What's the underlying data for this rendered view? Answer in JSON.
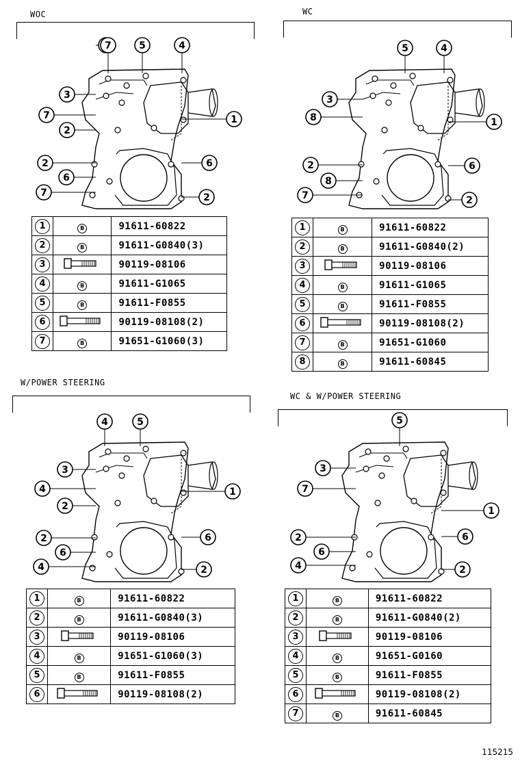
{
  "figure_number": "115215",
  "quadrants": [
    {
      "id": "woc",
      "label": "WOC",
      "callouts_left": [
        "7",
        "3",
        "7",
        "2",
        "2",
        "6",
        "7"
      ],
      "callouts_top": [
        "7",
        "5",
        "4"
      ],
      "callouts_right": [
        "1",
        "6",
        "2"
      ],
      "parts": [
        {
          "num": "1",
          "icon": "nut",
          "part": "91611-60822"
        },
        {
          "num": "2",
          "icon": "nut",
          "part": "91611-G0840(3)"
        },
        {
          "num": "3",
          "icon": "bolt-short",
          "part": "90119-08106"
        },
        {
          "num": "4",
          "icon": "nut",
          "part": "91611-G1065"
        },
        {
          "num": "5",
          "icon": "nut",
          "part": "91611-F0855"
        },
        {
          "num": "6",
          "icon": "bolt-long",
          "part": "90119-08108(2)"
        },
        {
          "num": "7",
          "icon": "nut",
          "part": "91651-G1060(3)"
        }
      ]
    },
    {
      "id": "wc",
      "label": "WC",
      "callouts_left": [
        "3",
        "8",
        "2",
        "8",
        "7"
      ],
      "callouts_top": [
        "5",
        "4"
      ],
      "callouts_right": [
        "1",
        "6",
        "2"
      ],
      "parts": [
        {
          "num": "1",
          "icon": "nut",
          "part": "91611-60822"
        },
        {
          "num": "2",
          "icon": "nut",
          "part": "91611-G0840(2)"
        },
        {
          "num": "3",
          "icon": "bolt-short",
          "part": "90119-08106"
        },
        {
          "num": "4",
          "icon": "nut",
          "part": "91611-G1065"
        },
        {
          "num": "5",
          "icon": "nut",
          "part": "91611-F0855"
        },
        {
          "num": "6",
          "icon": "bolt-long",
          "part": "90119-08108(2)"
        },
        {
          "num": "7",
          "icon": "nut",
          "part": "91651-G1060"
        },
        {
          "num": "8",
          "icon": "nut",
          "part": "91611-60845"
        }
      ]
    },
    {
      "id": "ps",
      "label": "W/POWER STEERING",
      "callouts_left": [
        "3",
        "4",
        "2",
        "2",
        "6",
        "4"
      ],
      "callouts_top": [
        "4",
        "5"
      ],
      "callouts_right": [
        "1",
        "6",
        "2"
      ],
      "parts": [
        {
          "num": "1",
          "icon": "nut",
          "part": "91611-60822"
        },
        {
          "num": "2",
          "icon": "nut",
          "part": "91611-G0840(3)"
        },
        {
          "num": "3",
          "icon": "bolt-short",
          "part": "90119-08106"
        },
        {
          "num": "4",
          "icon": "nut",
          "part": "91651-G1060(3)"
        },
        {
          "num": "5",
          "icon": "nut",
          "part": "91611-F0855"
        },
        {
          "num": "6",
          "icon": "bolt-long",
          "part": "90119-08108(2)"
        }
      ]
    },
    {
      "id": "wcps",
      "label": "WC & W/POWER STEERING",
      "callouts_left": [
        "3",
        "7",
        "2",
        "6",
        "4"
      ],
      "callouts_top": [
        "5"
      ],
      "callouts_right": [
        "1",
        "6",
        "2"
      ],
      "parts": [
        {
          "num": "1",
          "icon": "nut",
          "part": "91611-60822"
        },
        {
          "num": "2",
          "icon": "nut",
          "part": "91611-G0840(2)"
        },
        {
          "num": "3",
          "icon": "bolt-short",
          "part": "90119-08106"
        },
        {
          "num": "4",
          "icon": "nut",
          "part": "91651-G0160"
        },
        {
          "num": "5",
          "icon": "nut",
          "part": "91611-F0855"
        },
        {
          "num": "6",
          "icon": "bolt-long",
          "part": "90119-08108(2)"
        },
        {
          "num": "7",
          "icon": "nut",
          "part": "91611-60845"
        }
      ]
    }
  ]
}
